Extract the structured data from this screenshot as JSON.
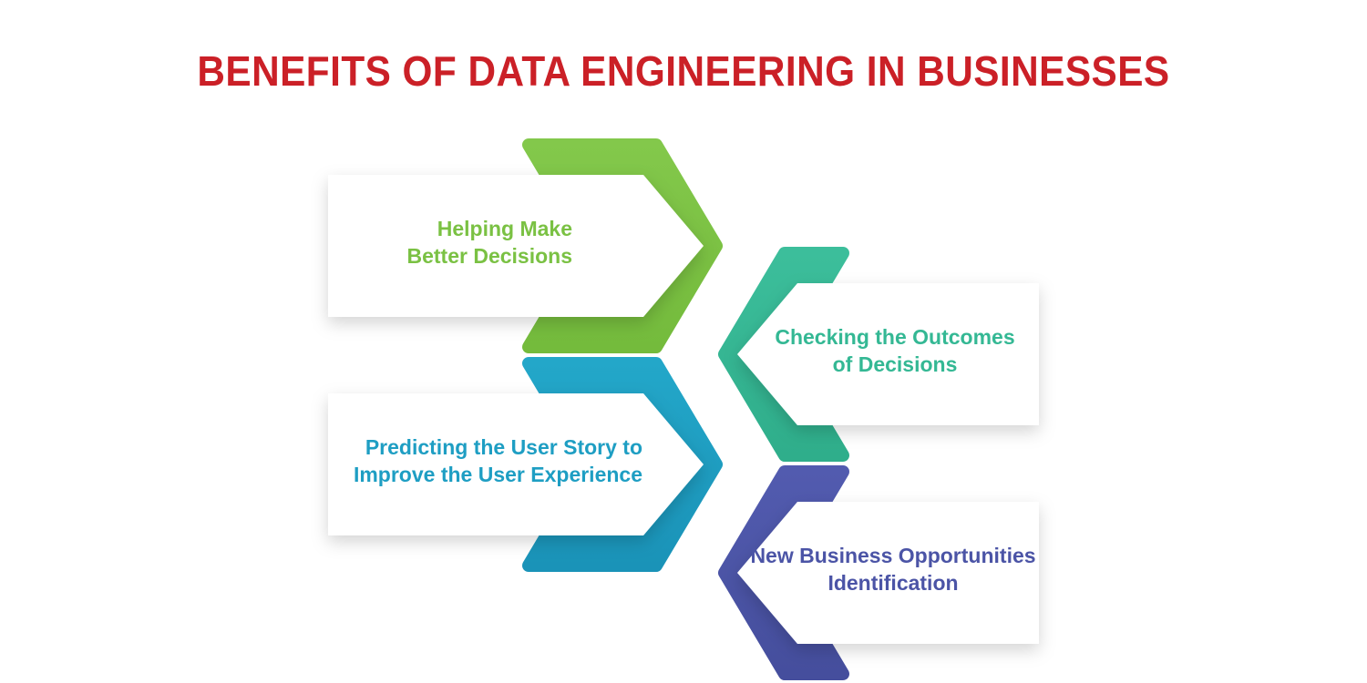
{
  "page": {
    "title": "BENEFITS OF DATA ENGINEERING IN BUSINESSES",
    "title_color": "#CB2027",
    "background_color": "#FFFFFF"
  },
  "diagram": {
    "type": "chevron-hexagon-interlocking-list",
    "item_count": 4,
    "items": [
      {
        "index": 1,
        "label": "Helping Make\nBetter Decisions",
        "line_1": "Helping Make",
        "line_2": "Better Decisions",
        "color": "#7AC143",
        "color_dark": "#6FB03C",
        "side": "left",
        "arrow_direction": "right"
      },
      {
        "index": 2,
        "label": "Checking the Outcomes\nof Decisions",
        "line_1": "Checking the Outcomes",
        "line_2": "of Decisions",
        "color": "#34B894",
        "color_dark": "#2FA98A",
        "side": "right",
        "arrow_direction": "left"
      },
      {
        "index": 3,
        "label": "Predicting the User Story to\nImprove the User Experience",
        "line_1": "Predicting the User Story to",
        "line_2": "Improve the User Experience",
        "color": "#1E9EC3",
        "color_dark": "#1B90B5",
        "side": "left",
        "arrow_direction": "right"
      },
      {
        "index": 4,
        "label": "New Business Opportunities\nIdentification",
        "line_1": "New Business Opportunities",
        "line_2": "Identification",
        "color": "#4B54A6",
        "color_dark": "#434C9B",
        "side": "right",
        "arrow_direction": "left"
      }
    ]
  }
}
